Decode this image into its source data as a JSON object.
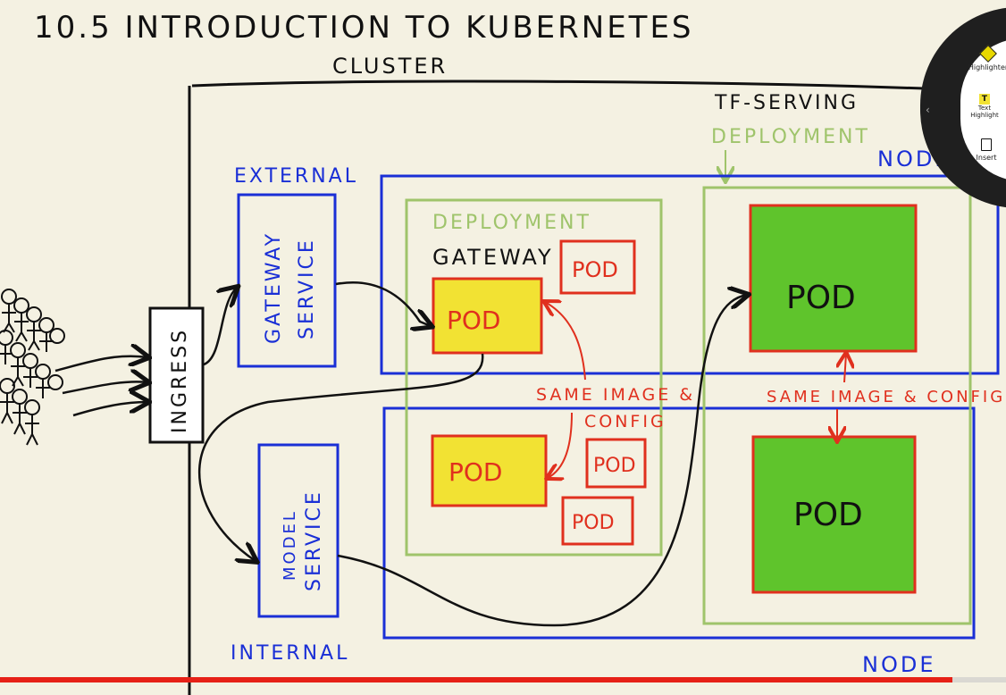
{
  "title": "10.5 INTRODUCTION TO KUBERNETES",
  "cluster_label": "CLUSTER",
  "tf_serving_label": "TF-SERVING",
  "tf_deployment_label": "DEPLOYMENT",
  "node_label_top": "NODE",
  "node_label_bottom": "NODE",
  "external_label": "EXTERNAL",
  "internal_label": "INTERNAL",
  "gateway_service_line1": "GATEWAY",
  "gateway_service_line2": "SERVICE",
  "model_service_line1": "MODEL",
  "model_service_line2": "SERVICE",
  "ingress_label": "INGRESS",
  "gateway_deployment_label": "DEPLOYMENT",
  "gateway_label": "GATEWAY",
  "pod_label": "POD",
  "same_image_config_left_line1": "SAME IMAGE &",
  "same_image_config_left_line2": "CONFIG",
  "same_image_config_right": "SAME IMAGE & CONFIG",
  "toolbar": {
    "highlighter_label": "Highlighter",
    "highlighter_size": "20",
    "text_highlight_line1": "Text",
    "text_highlight_line2": "Highlight",
    "insert_label": "Insert"
  },
  "progress": 0.947,
  "colors": {
    "background": "#f4f1e2",
    "ink_black": "#111111",
    "ink_blue": "#1a2fd6",
    "ink_green": "#9fc46b",
    "ink_red": "#e0301e",
    "pod_yellow": "#f2e233",
    "pod_green": "#5fc42c",
    "progress_red": "#e62117"
  }
}
